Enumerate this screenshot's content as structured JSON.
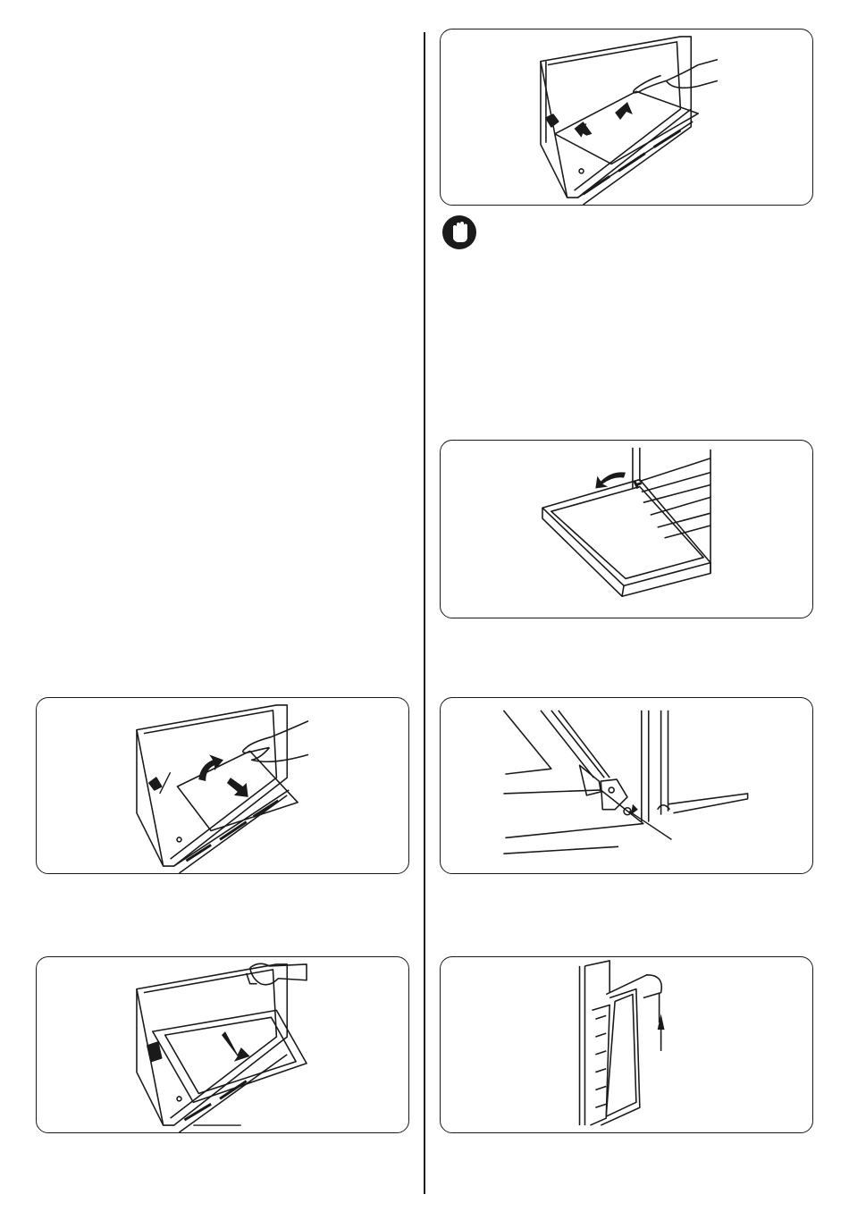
{
  "page": {
    "background": "#ffffff",
    "ink_color": "#1a1a1a",
    "figures": [
      {
        "id": "fig-remove-glass-lift",
        "icon": "hand-lifting-glass-arrow-up"
      },
      {
        "id": "fig-open-door",
        "icon": "oven-door-opened"
      },
      {
        "id": "fig-hinge-lock",
        "icon": "hinge-lever-arrow"
      },
      {
        "id": "fig-lift-door-off",
        "icon": "door-lift-arrow-up"
      },
      {
        "id": "fig-glass-pull",
        "icon": "hand-glass-arrows"
      },
      {
        "id": "fig-glass-slide",
        "icon": "hand-glass-arrow-down"
      }
    ],
    "warning_icon": "stop-hand-icon"
  }
}
